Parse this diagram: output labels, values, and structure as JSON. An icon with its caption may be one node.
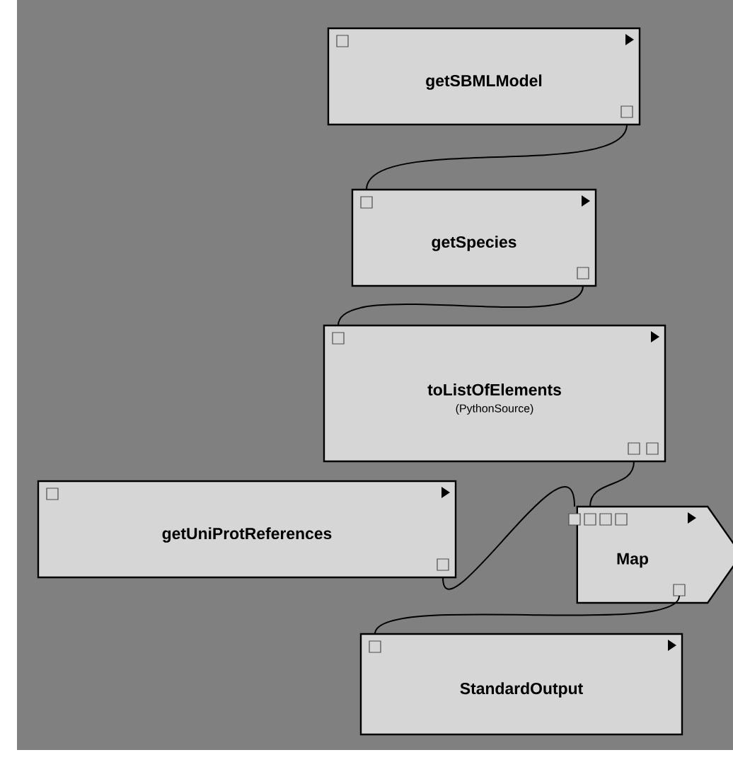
{
  "diagram": {
    "nodes": [
      {
        "text": [
          "getSBMLModel"
        ]
      },
      {
        "text": [
          "getSpecies"
        ]
      },
      {
        "text": [
          "toListOfElements",
          "(PythonSource)"
        ]
      },
      {
        "text": [
          "getUniProtReferences"
        ]
      },
      {
        "text": [
          "Map"
        ]
      },
      {
        "text": [
          "StandardOutput"
        ]
      }
    ],
    "edges": [
      {
        "from": 0,
        "to": 1,
        "arrow": "none"
      },
      {
        "from": 1,
        "to": 2,
        "arrow": "none"
      },
      {
        "from": 2,
        "to": 4,
        "arrow": "none"
      },
      {
        "from": 3,
        "to": 4,
        "arrow": "none"
      },
      {
        "from": 4,
        "to": 5,
        "arrow": "none"
      }
    ]
  }
}
